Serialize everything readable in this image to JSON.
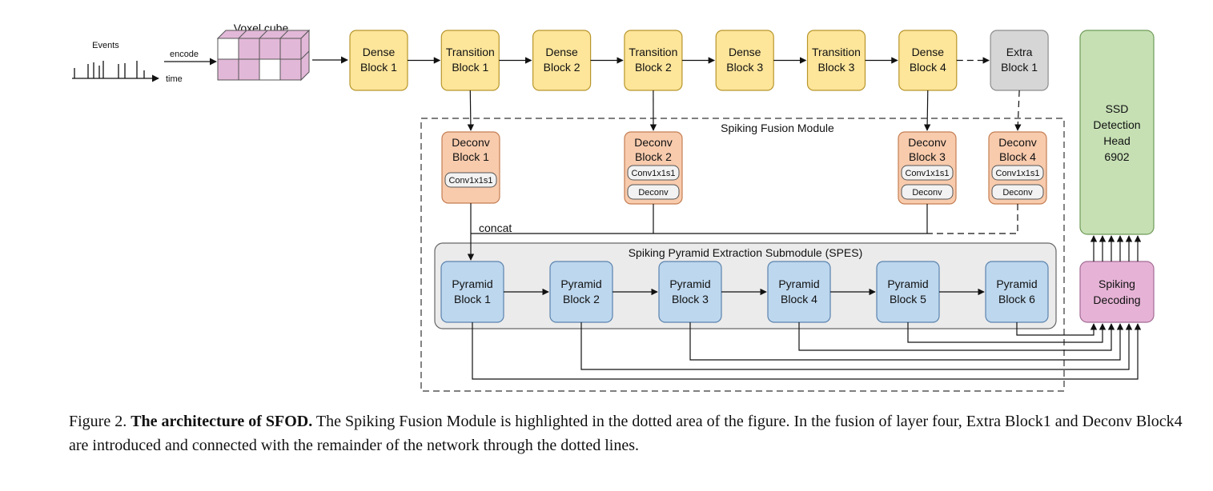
{
  "colors": {
    "dense": "#FDE59A",
    "dense_border": "#B7962C",
    "extra": "#D6D6D6",
    "extra_border": "#8C8C8C",
    "deconv": "#F8CBAD",
    "deconv_border": "#C47E52",
    "pyramid": "#BDD7EE",
    "pyramid_border": "#5B83AE",
    "ssd": "#C6E0B4",
    "ssd_border": "#6E9B57",
    "decoding": "#E6B3D6",
    "decoding_border": "#A26B95",
    "voxel_fill": "#E2B8D8",
    "spes_panel": "#EBEBEB"
  },
  "input": {
    "events_label": "Events",
    "encode_label": "encode",
    "time_label": "time",
    "voxel_label": "Voxel cube"
  },
  "backbone": [
    {
      "line1": "Dense",
      "line2": "Block 1",
      "kind": "dense"
    },
    {
      "line1": "Transition",
      "line2": "Block 1",
      "kind": "dense"
    },
    {
      "line1": "Dense",
      "line2": "Block 2",
      "kind": "dense"
    },
    {
      "line1": "Transition",
      "line2": "Block 2",
      "kind": "dense"
    },
    {
      "line1": "Dense",
      "line2": "Block 3",
      "kind": "dense"
    },
    {
      "line1": "Transition",
      "line2": "Block 3",
      "kind": "dense"
    },
    {
      "line1": "Dense",
      "line2": "Block 4",
      "kind": "dense"
    },
    {
      "line1": "Extra",
      "line2": "Block 1",
      "kind": "extra"
    }
  ],
  "fusion_module": {
    "label": "Spiking Fusion Module",
    "concat_label": "concat",
    "deconv_blocks": [
      {
        "line1": "Deconv",
        "line2": "Block 1",
        "ops": [
          "Conv1x1s1"
        ]
      },
      {
        "line1": "Deconv",
        "line2": "Block 2",
        "ops": [
          "Conv1x1s1",
          "Deconv"
        ]
      },
      {
        "line1": "Deconv",
        "line2": "Block 3",
        "ops": [
          "Conv1x1s1",
          "Deconv"
        ]
      },
      {
        "line1": "Deconv",
        "line2": "Block 4",
        "ops": [
          "Conv1x1s1",
          "Deconv"
        ]
      }
    ]
  },
  "spes": {
    "label": "Spiking Pyramid Extraction Submodule (SPES)",
    "blocks": [
      {
        "line1": "Pyramid",
        "line2": "Block 1"
      },
      {
        "line1": "Pyramid",
        "line2": "Block 2"
      },
      {
        "line1": "Pyramid",
        "line2": "Block 3"
      },
      {
        "line1": "Pyramid",
        "line2": "Block 4"
      },
      {
        "line1": "Pyramid",
        "line2": "Block 5"
      },
      {
        "line1": "Pyramid",
        "line2": "Block 6"
      }
    ]
  },
  "ssd_head": {
    "lines": [
      "SSD",
      "Detection",
      "Head",
      "6902"
    ]
  },
  "decoding": {
    "line1": "Spiking",
    "line2": "Decoding"
  },
  "caption": {
    "prefix": "Figure 2.",
    "title": "The architecture of SFOD.",
    "text": "The Spiking Fusion Module is highlighted in the dotted area of the figure. In the fusion of layer four, Extra Block1 and Deconv Block4 are introduced and connected with the remainder of the network through the dotted lines."
  }
}
